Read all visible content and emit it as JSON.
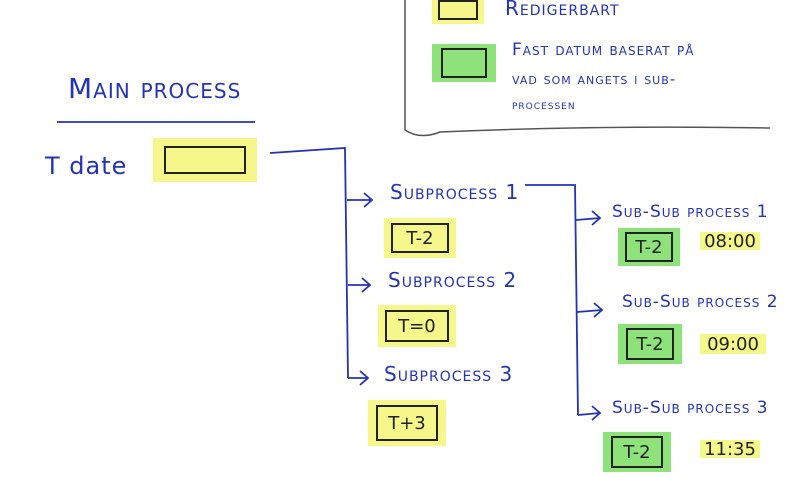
{
  "legend": {
    "editable_label": "Redigerbart",
    "fixed_label_line1": "Fast datum baserat på",
    "fixed_label_line2": "vad som angets i sub-",
    "fixed_label_line3": "processen"
  },
  "main": {
    "title": "Main process",
    "t_date_label": "T date"
  },
  "subprocesses": [
    {
      "label": "Subprocess 1",
      "offset": "T-2"
    },
    {
      "label": "Subprocess 2",
      "offset": "T=0"
    },
    {
      "label": "Subprocess 3",
      "offset": "T+3"
    }
  ],
  "subsubprocesses": [
    {
      "label": "Sub-Sub process 1",
      "offset": "T-2",
      "time": "08:00"
    },
    {
      "label": "Sub-Sub process 2",
      "offset": "T-2",
      "time": "09:00"
    },
    {
      "label": "Sub-Sub process 3",
      "offset": "T-2",
      "time": "11:35"
    }
  ],
  "colors": {
    "ink": "#2233b5",
    "editable": "#f6f78a",
    "fixed": "#8ee27a"
  }
}
